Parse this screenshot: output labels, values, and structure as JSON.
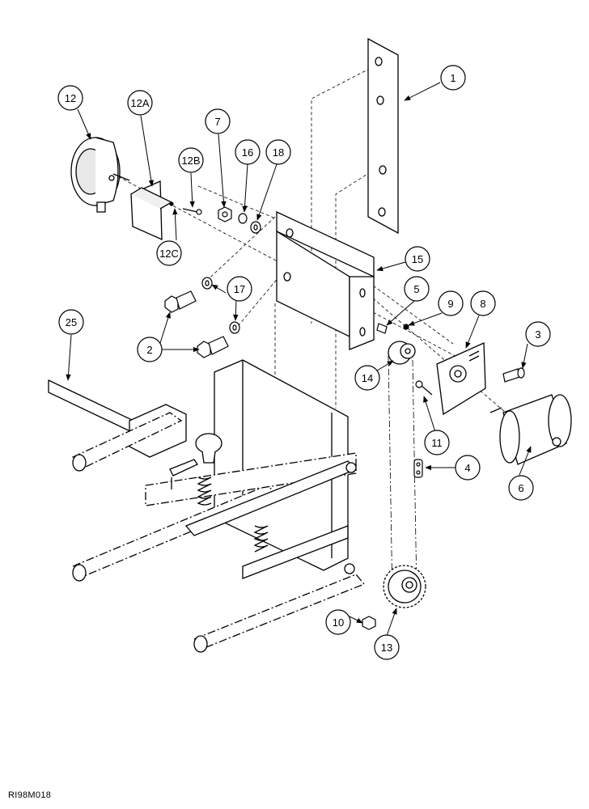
{
  "callouts": {
    "c1": "1",
    "c2": "2",
    "c3": "3",
    "c4": "4",
    "c5": "5",
    "c6": "6",
    "c7": "7",
    "c8": "8",
    "c9": "9",
    "c10": "10",
    "c11": "11",
    "c12": "12",
    "c12a": "12A",
    "c12b": "12B",
    "c12c": "12C",
    "c13": "13",
    "c14": "14",
    "c15": "15",
    "c16": "16",
    "c17": "17",
    "c18": "18",
    "c25": "25"
  },
  "caption": "RI98M018"
}
